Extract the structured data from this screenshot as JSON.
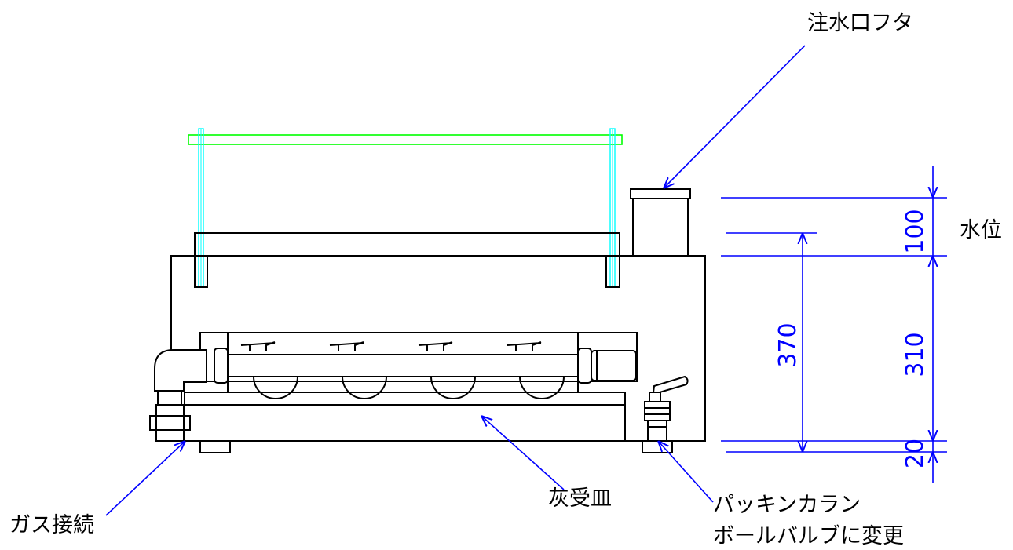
{
  "labels": {
    "fill_cap": "注水口フタ",
    "water_level": "水位",
    "gas_connection": "ガス接続",
    "ash_tray": "灰受皿",
    "packing_cock_line1": "パッキンカラン",
    "packing_cock_line2": "ボールバルブに変更"
  },
  "dimensions": {
    "d100": "100",
    "d310": "310",
    "d20": "20",
    "d370": "370"
  },
  "colors": {
    "outline": "#000000",
    "dimension": "#0000ff",
    "top_bar": "#00ff00",
    "rods": "#00ffff"
  }
}
